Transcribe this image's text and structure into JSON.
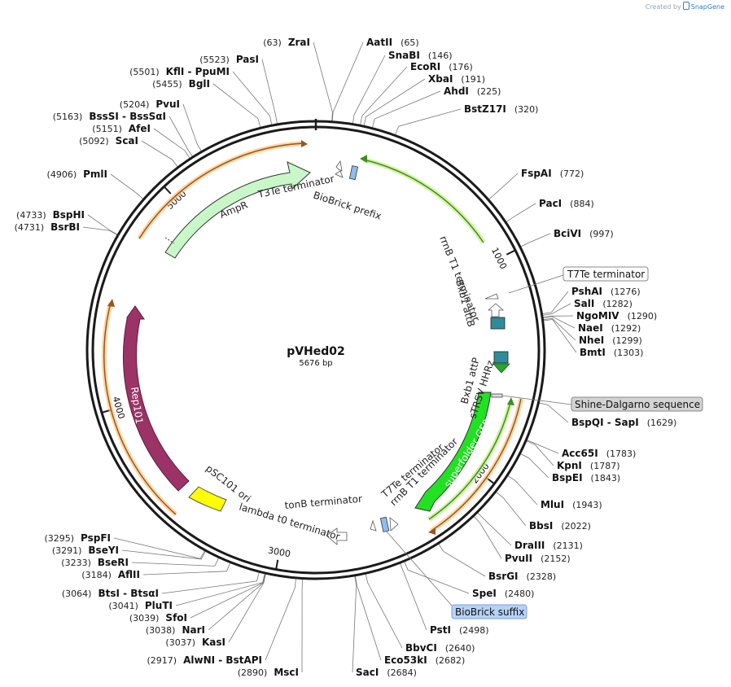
{
  "watermark": {
    "prefix": "Created by",
    "brand": "SnapGene"
  },
  "plasmid": {
    "name": "pVHed02",
    "size": "5676 bp",
    "length": 5676
  },
  "ticks": [
    "1000",
    "2000",
    "3000",
    "4000",
    "5000"
  ],
  "sites": [
    {
      "name": "ZraI",
      "pos": "(63)"
    },
    {
      "name": "AatII",
      "pos": "(65)"
    },
    {
      "name": "SnaBI",
      "pos": "(146)"
    },
    {
      "name": "EcoRI",
      "pos": "(176)"
    },
    {
      "name": "XbaI",
      "pos": "(191)"
    },
    {
      "name": "AhdI",
      "pos": "(225)"
    },
    {
      "name": "BstZ17I",
      "pos": "(320)"
    },
    {
      "name": "FspAI",
      "pos": "(772)"
    },
    {
      "name": "PacI",
      "pos": "(884)"
    },
    {
      "name": "BciVI",
      "pos": "(997)"
    },
    {
      "name": "PshAI",
      "pos": "(1276)"
    },
    {
      "name": "SalI",
      "pos": "(1282)"
    },
    {
      "name": "NgoMIV",
      "pos": "(1290)"
    },
    {
      "name": "NaeI",
      "pos": "(1292)"
    },
    {
      "name": "NheI",
      "pos": "(1299)"
    },
    {
      "name": "BmtI",
      "pos": "(1303)"
    },
    {
      "name": "BspQI - SapI",
      "pos": "(1629)"
    },
    {
      "name": "Acc65I",
      "pos": "(1783)"
    },
    {
      "name": "KpnI",
      "pos": "(1787)"
    },
    {
      "name": "BspEI",
      "pos": "(1843)"
    },
    {
      "name": "MluI",
      "pos": "(1943)"
    },
    {
      "name": "BbsI",
      "pos": "(2022)"
    },
    {
      "name": "DraIII",
      "pos": "(2131)"
    },
    {
      "name": "PvuII",
      "pos": "(2152)"
    },
    {
      "name": "BsrGI",
      "pos": "(2328)"
    },
    {
      "name": "SpeI",
      "pos": "(2480)"
    },
    {
      "name": "PstI",
      "pos": "(2498)"
    },
    {
      "name": "BbvCI",
      "pos": "(2640)"
    },
    {
      "name": "Eco53kI",
      "pos": "(2682)"
    },
    {
      "name": "SacI",
      "pos": "(2684)"
    },
    {
      "name": "MscI",
      "pos": "(2890)"
    },
    {
      "name": "AlwNI - BstAPI",
      "pos": "(2917)"
    },
    {
      "name": "KasI",
      "pos": "(3037)"
    },
    {
      "name": "NarI",
      "pos": "(3038)"
    },
    {
      "name": "SfoI",
      "pos": "(3039)"
    },
    {
      "name": "PluTI",
      "pos": "(3041)"
    },
    {
      "name": "BtsI - BtsαI",
      "pos": "(3064)"
    },
    {
      "name": "AflII",
      "pos": "(3184)"
    },
    {
      "name": "BseRI",
      "pos": "(3233)"
    },
    {
      "name": "BseYI",
      "pos": "(3291)"
    },
    {
      "name": "PspFI",
      "pos": "(3295)"
    },
    {
      "name": "BspHI",
      "pos": "(4733)"
    },
    {
      "name": "BsrBI",
      "pos": "(4731)"
    },
    {
      "name": "PmlI",
      "pos": "(4906)"
    },
    {
      "name": "ScaI",
      "pos": "(5092)"
    },
    {
      "name": "AfeI",
      "pos": "(5151)"
    },
    {
      "name": "BssSI - BssSαI",
      "pos": "(5163)"
    },
    {
      "name": "PvuI",
      "pos": "(5204)"
    },
    {
      "name": "BglI",
      "pos": "(5455)"
    },
    {
      "name": "KflI - PpuMI",
      "pos": "(5501)"
    },
    {
      "name": "PasI",
      "pos": "(5523)"
    }
  ],
  "callouts": {
    "t7te": "T7Te terminator",
    "shine": "Shine-Dalgarno sequence",
    "biobrick_suffix": "BioBrick suffix"
  },
  "features": {
    "t3te": "T3Te terminator",
    "biobrick_prefix": "BioBrick prefix",
    "ampr": "AmpR",
    "rrnb_top": "rrnB T1 terminator",
    "bxb1_attb": "Bxb1 attB",
    "bxb1_attp": "Bxb1 attP",
    "strsv": "sTRSV HHRz",
    "gfp": "superfolder GFP",
    "t7te_lower": "T7Te terminator",
    "rrnb_lower": "rrnB T1 terminator",
    "tonb": "tonB terminator",
    "lambda": "lambda t0 terminator",
    "psc101": "pSC101 ori",
    "rep101": "Rep101"
  },
  "colors": {
    "backbone": "#1a1a1a",
    "ampr": "#c8f7c8",
    "rep101": "#9b3367",
    "psc101": "#ffff00",
    "gfp": "#22e122",
    "attb": "#2f8b9a",
    "attp": "#2f8b9a",
    "strsv": "#2aa52a",
    "biobrick": "#8fbcf0",
    "primer_green": "#7ed957",
    "primer_orange": "#f4a742"
  }
}
